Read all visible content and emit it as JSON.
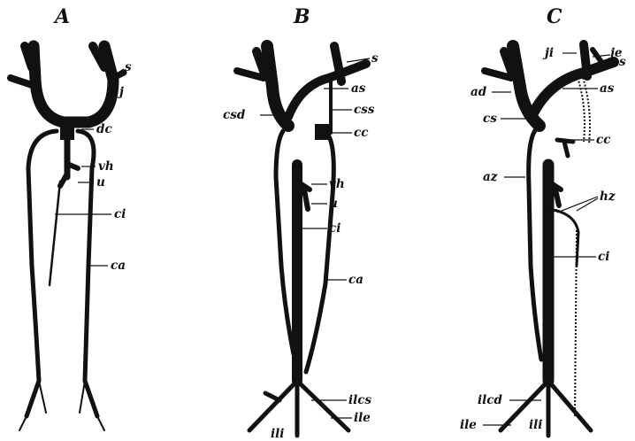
{
  "panels": [
    {
      "title": "A",
      "labels": {
        "s": "s",
        "j": "j",
        "dc": "dc",
        "vh": "vh",
        "u": "u",
        "ci": "ci",
        "ca": "ca"
      }
    },
    {
      "title": "B",
      "labels": {
        "s": "s",
        "as": "as",
        "csd": "csd",
        "css": "css",
        "cc": "cc",
        "vh": "vh",
        "u": "u",
        "ci": "ci",
        "ca": "ca",
        "ilcs": "ilcs",
        "ile": "ile",
        "ili": "ili"
      }
    },
    {
      "title": "C",
      "labels": {
        "ji": "ji",
        "je": "je",
        "s": "s",
        "ad": "ad",
        "as": "as",
        "cs": "cs",
        "cc": "cc",
        "az": "az",
        "hz": "hz",
        "ci": "ci",
        "ilcd": "ilcd",
        "ile": "ile",
        "ili": "ili"
      }
    }
  ]
}
